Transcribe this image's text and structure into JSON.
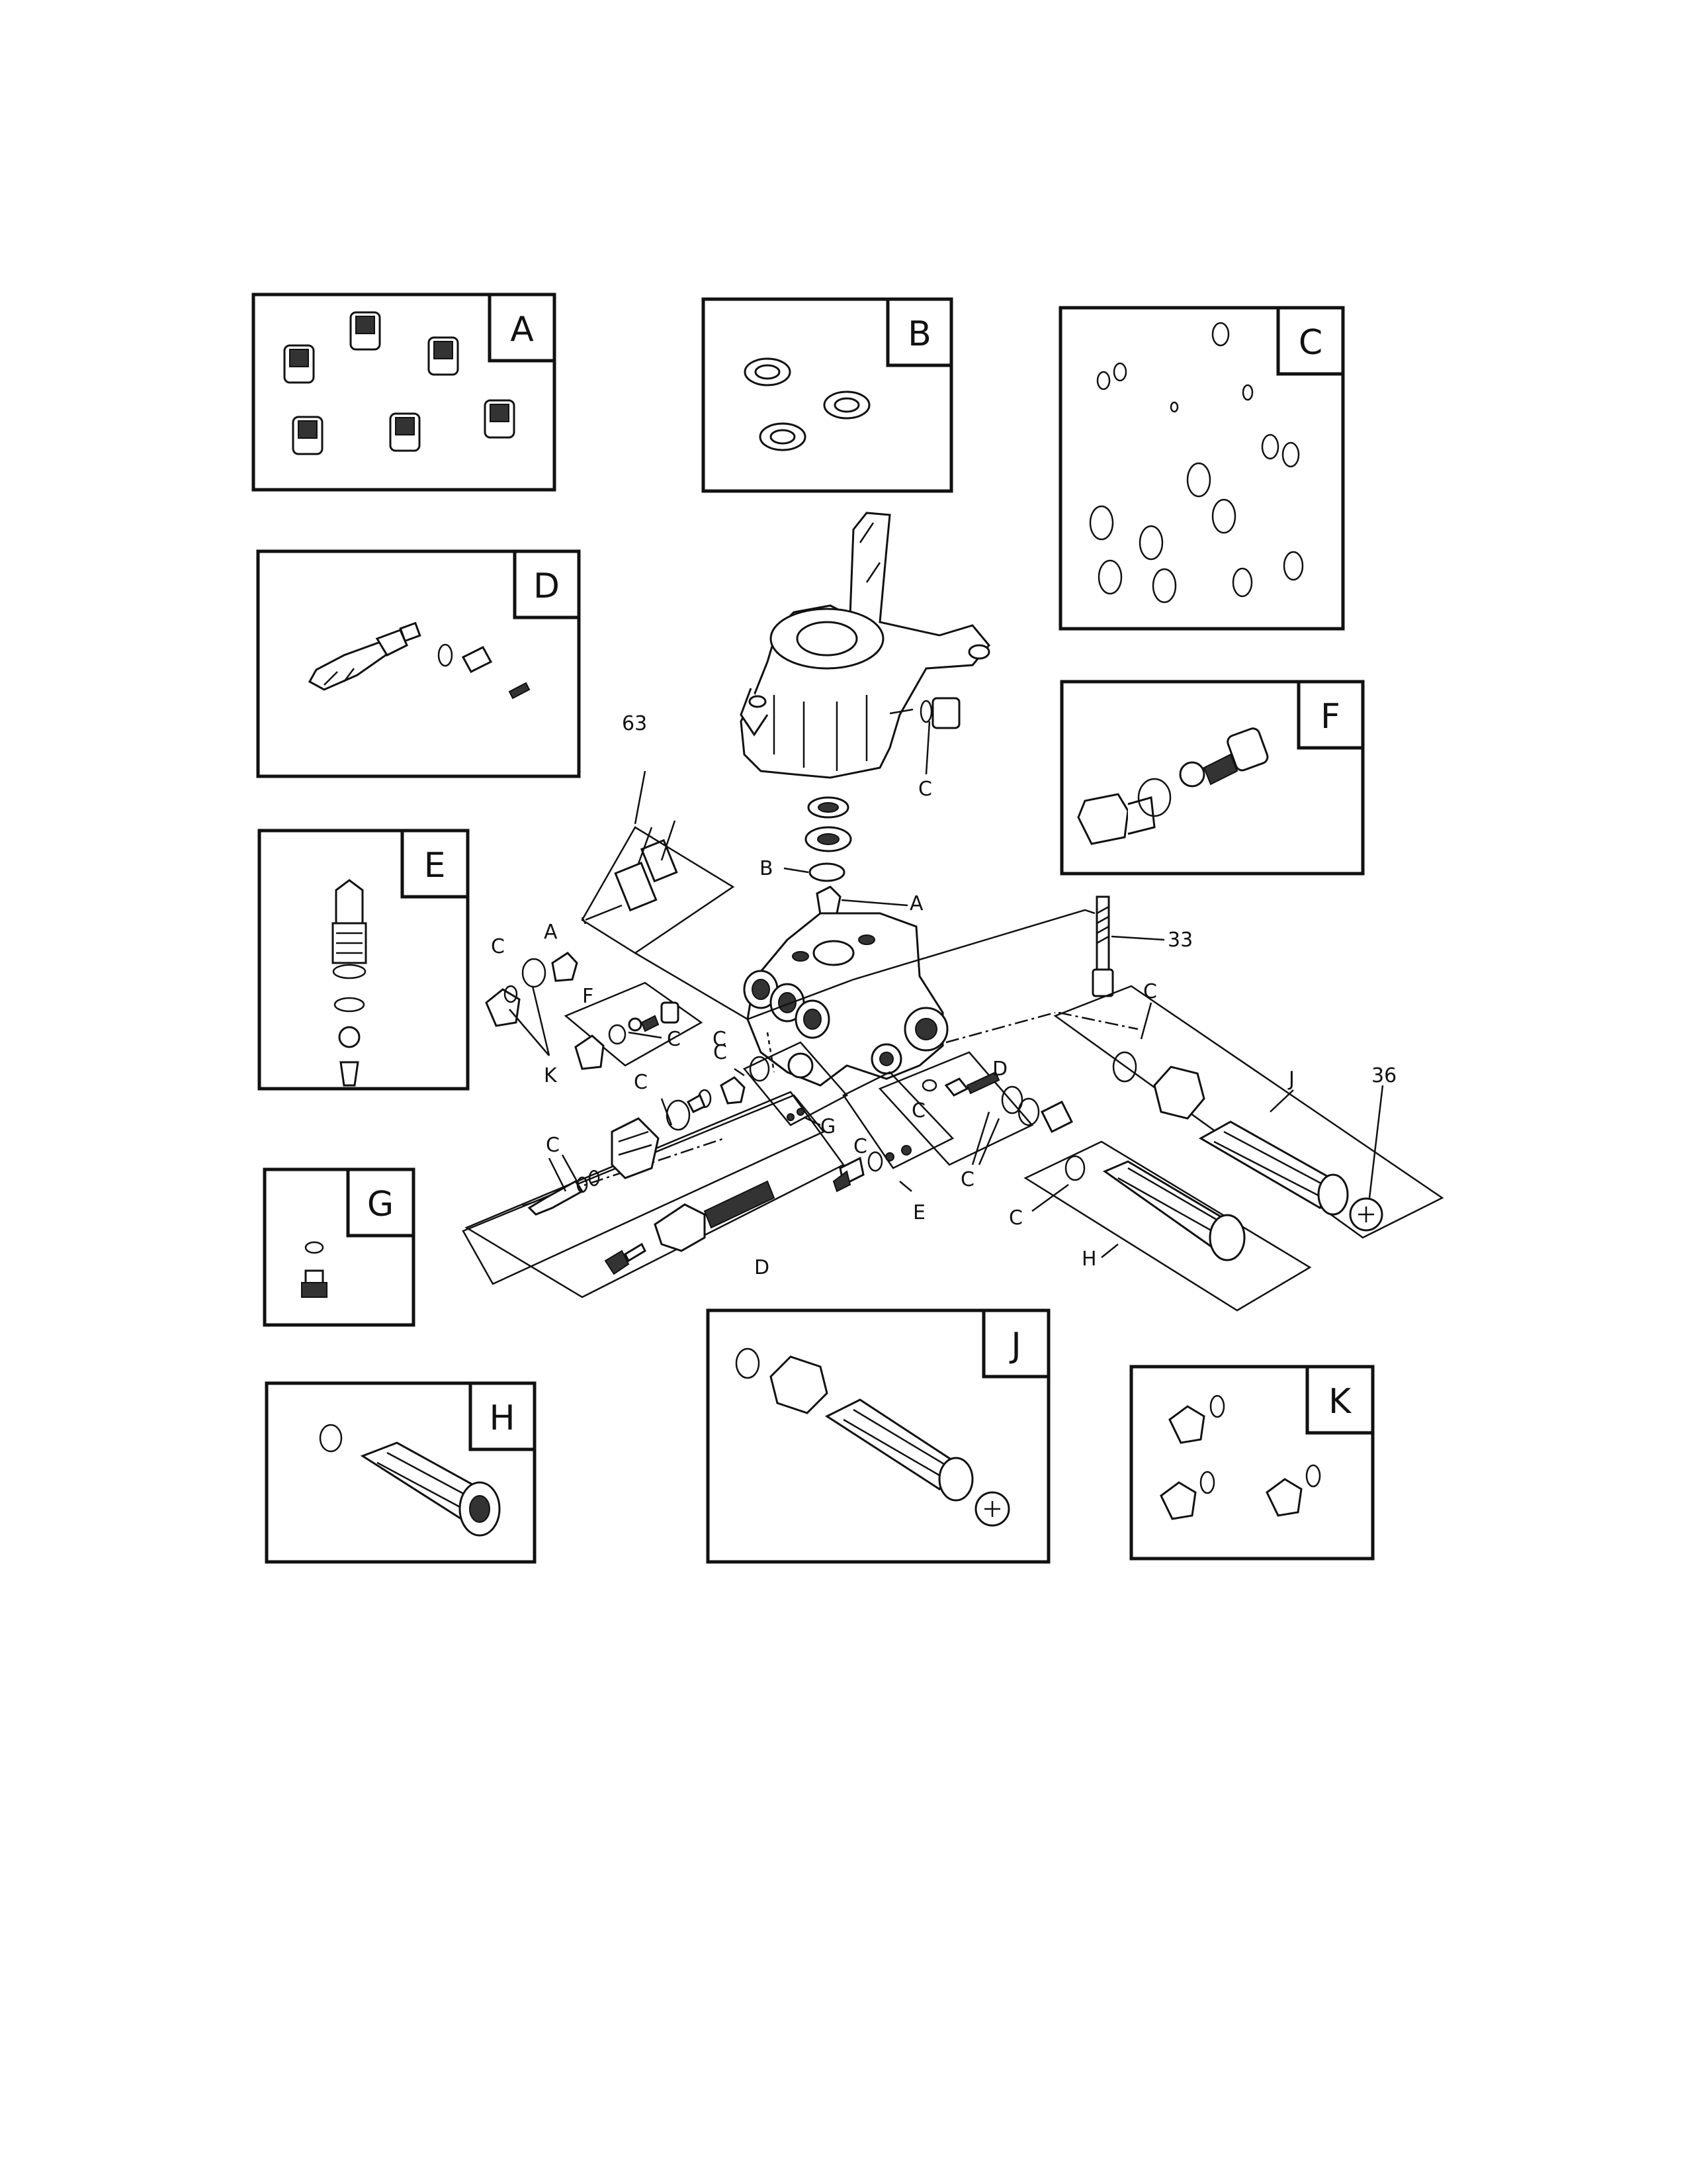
{
  "kits": [
    {
      "letter": "A",
      "box": "kit-a"
    },
    {
      "letter": "B",
      "box": "kit-b"
    },
    {
      "letter": "C",
      "box": "kit-c"
    },
    {
      "letter": "D",
      "box": "kit-d"
    },
    {
      "letter": "E",
      "box": "kit-e"
    },
    {
      "letter": "F",
      "box": "kit-f"
    },
    {
      "letter": "G",
      "box": "kit-g"
    },
    {
      "letter": "H",
      "box": "kit-h"
    },
    {
      "letter": "J",
      "box": "kit-j"
    },
    {
      "letter": "K",
      "box": "kit-k"
    }
  ],
  "callouts": {
    "part_63": "63",
    "part_33": "33",
    "part_36": "36",
    "c": "C",
    "a": "A",
    "b": "B",
    "d": "D",
    "e": "E",
    "f": "F",
    "g": "G",
    "h": "H",
    "j": "J",
    "k": "K"
  },
  "colors": {
    "line": "#111111",
    "paper": "#ffffff"
  }
}
